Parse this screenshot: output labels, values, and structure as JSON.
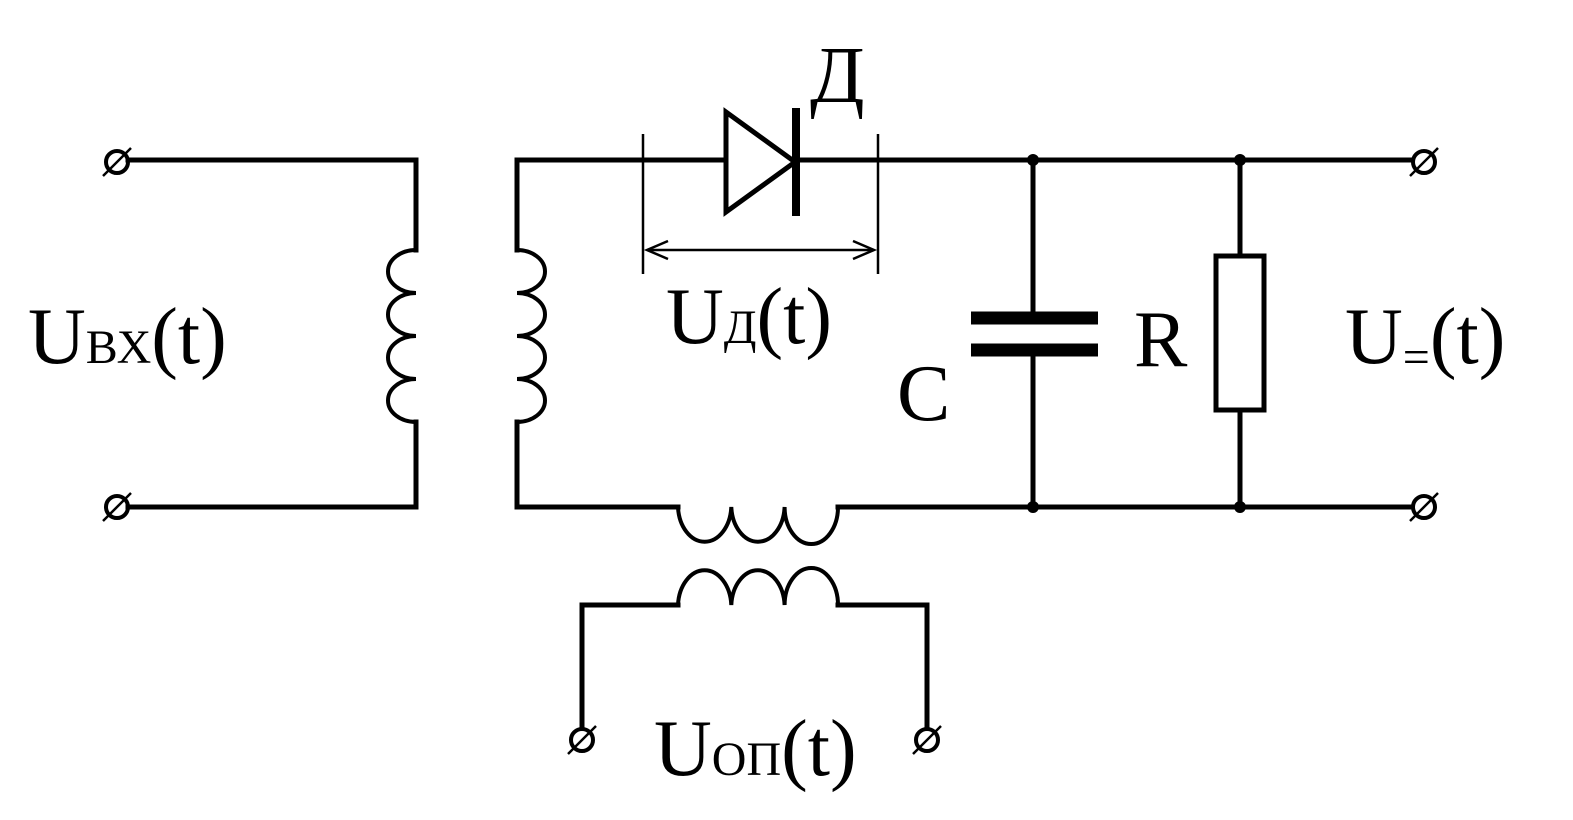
{
  "labels": {
    "diode": "Д",
    "input_main": "U",
    "input_sub": "ВХ",
    "input_arg": "(t)",
    "diode_v_main": "U",
    "diode_v_sub": "Д",
    "diode_v_arg": "(t)",
    "capacitor": "C",
    "resistor": "R",
    "output_main": "U",
    "output_sub": "=",
    "output_arg": "(t)",
    "ref_main": "U",
    "ref_sub": "ОП",
    "ref_arg": "(t)"
  },
  "colors": {
    "ink": "#000000",
    "background": "#ffffff"
  }
}
